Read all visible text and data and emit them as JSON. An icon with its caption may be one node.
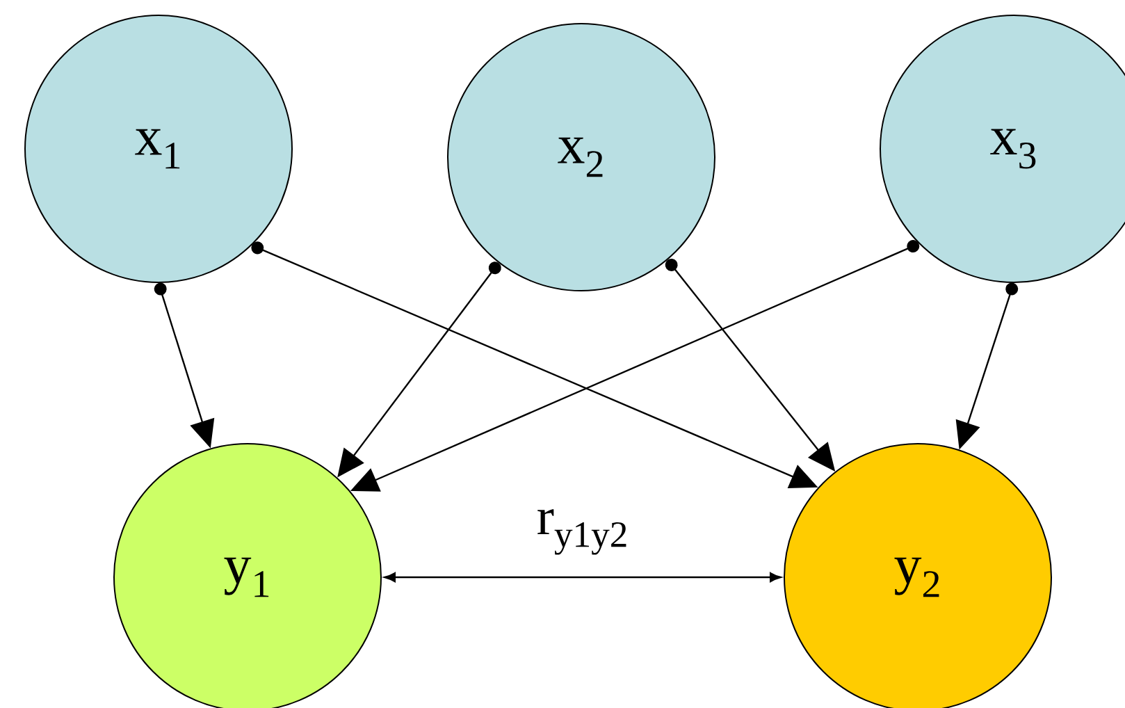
{
  "diagram": {
    "nodes": [
      {
        "text": [
          "x$_{1}$"
        ]
      },
      {
        "text": [
          "x$_{2}$"
        ]
      },
      {
        "text": [
          "x$_{3}$"
        ]
      },
      {
        "text": [
          "y$_{1}$"
        ]
      },
      {
        "text": [
          "y$_{2}$"
        ]
      }
    ],
    "edges": [
      {
        "from": 0,
        "to": 3,
        "arrow": "to"
      },
      {
        "from": 0,
        "to": 4,
        "arrow": "to"
      },
      {
        "from": 1,
        "to": 3,
        "arrow": "to"
      },
      {
        "from": 1,
        "to": 4,
        "arrow": "to"
      },
      {
        "from": 2,
        "to": 3,
        "arrow": "to"
      },
      {
        "from": 2,
        "to": 4,
        "arrow": "to"
      },
      {
        "from": 3,
        "to": 4,
        "arrow": "both",
        "label": "r$_{y1y2}$"
      }
    ]
  }
}
